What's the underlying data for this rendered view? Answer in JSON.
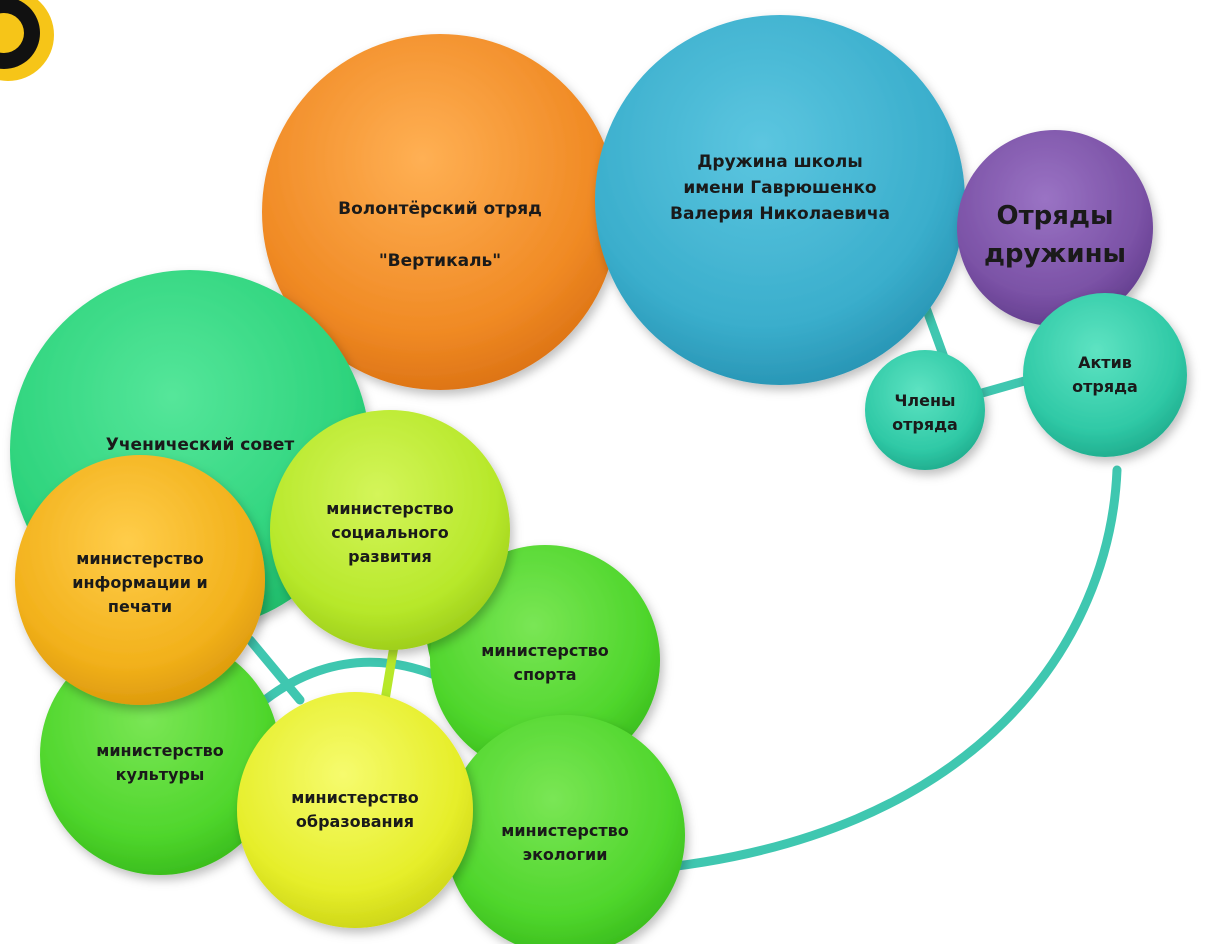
{
  "colors": {
    "orange": "#f08a24",
    "blue": "#3aaecc",
    "purple": "#7b52a6",
    "teal": "#2fc9a6",
    "green_council": "#2ed47d",
    "yellow_green": "#b7e82a",
    "gold": "#f2b11b",
    "green": "#4fd62c",
    "yellow": "#e6ee2a",
    "connector": "#3fc7b0"
  },
  "nodes": {
    "volunteer": "Волонтёрский отряд\n\n\"Вертикаль\"",
    "druzhina": "Дружина школы\nимени Гаврюшенко\nВалерия Николаевича",
    "squads": "Отряды\nдружины",
    "members": "Члены\nотряда",
    "active": "Актив\nотряда",
    "council": "Ученический совет",
    "social": "министерство\nсоциального\nразвития",
    "info": "министерство\nинформации и\nпечати",
    "sport": "министерство\nспорта",
    "culture": "министерство\nкультуры",
    "education": "министерство\nобразования",
    "ecology": "министерство\nэкологии"
  },
  "logo": {
    "icon": "sun-logo-icon"
  }
}
